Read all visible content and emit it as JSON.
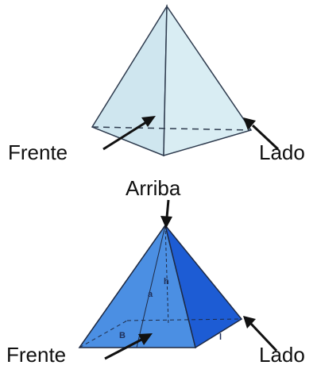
{
  "figure_top": {
    "labels": {
      "front": "Frente",
      "side": "Lado"
    },
    "colors": {
      "face_left": "#cfe6ef",
      "face_right": "#d9edf3",
      "edge": "#2e3b4e"
    }
  },
  "figure_bottom": {
    "labels": {
      "top": "Arriba",
      "front": "Frente",
      "side": "Lado"
    },
    "inner_labels": {
      "height": "h",
      "apothem": "a",
      "base": "B",
      "side_length": "l"
    },
    "colors": {
      "face_front": "#4b8fe3",
      "face_right": "#1d5cd4",
      "face_left": "#6aa6ee",
      "edge": "#1e2a44"
    }
  }
}
